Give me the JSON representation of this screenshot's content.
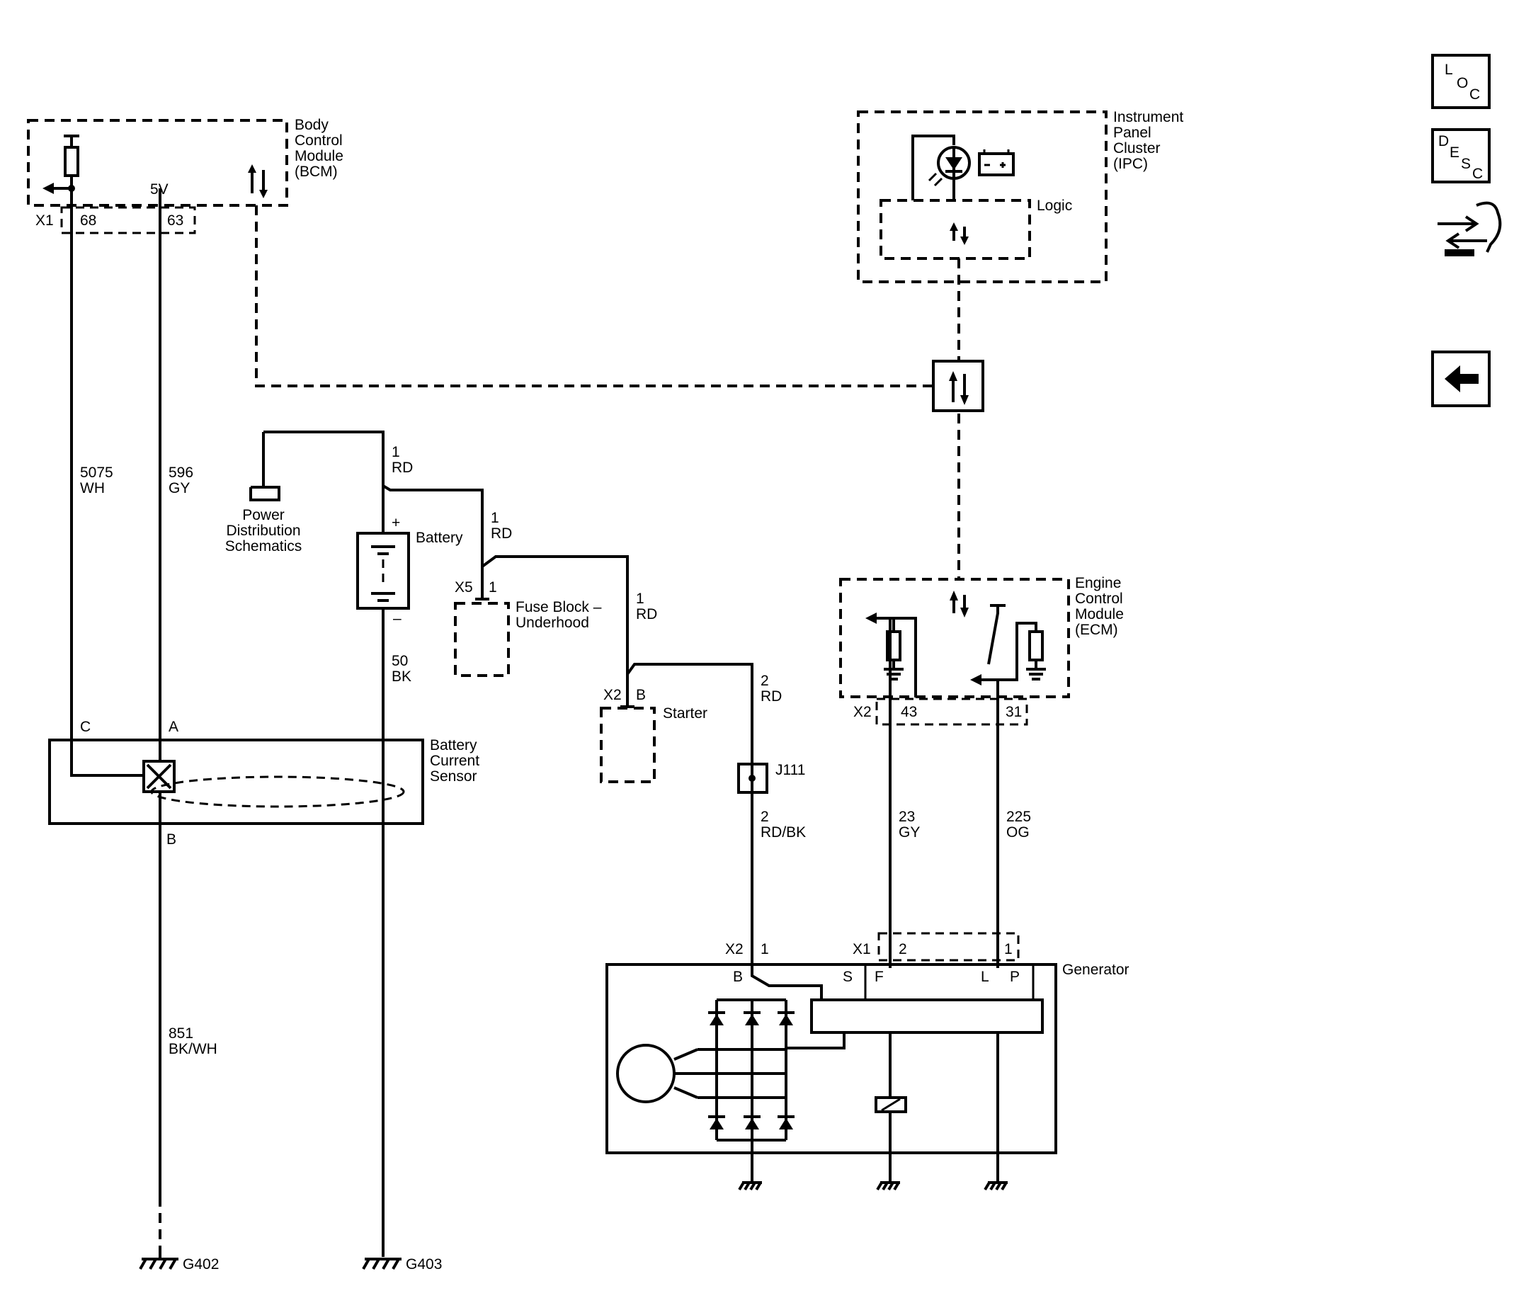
{
  "nav": {
    "loc": [
      "L",
      "O",
      "C"
    ],
    "desc": [
      "D",
      "E",
      "S",
      "C"
    ]
  },
  "bcm": {
    "name": [
      "Body",
      "Control",
      "Module",
      "(BCM)"
    ],
    "connector": "X1",
    "pin_a": "68",
    "pin_b": "63",
    "supply": "5V"
  },
  "ipc": {
    "name": [
      "Instrument",
      "Panel",
      "Cluster",
      "(IPC)"
    ],
    "logic": "Logic"
  },
  "wires": {
    "w5075": [
      "5075",
      "WH"
    ],
    "w596": [
      "596",
      "GY"
    ],
    "w1rd_a": [
      "1",
      "RD"
    ],
    "w1rd_b": [
      "1",
      "RD"
    ],
    "w1rd_c": [
      "1",
      "RD"
    ],
    "w50": [
      "50",
      "BK"
    ],
    "w2rd": [
      "2",
      "RD"
    ],
    "w2rdbk": [
      "2",
      "RD/BK"
    ],
    "w23": [
      "23",
      "GY"
    ],
    "w225": [
      "225",
      "OG"
    ],
    "w851": [
      "851",
      "BK/WH"
    ]
  },
  "power_dist": [
    "Power",
    "Distribution",
    "Schematics"
  ],
  "battery": {
    "name": "Battery",
    "plus": "+",
    "minus": "–"
  },
  "fuse_block": {
    "name": [
      "Fuse Block –",
      "Underhood"
    ],
    "connector": "X5",
    "pin": "1"
  },
  "starter": {
    "name": "Starter",
    "connector": "X2",
    "pin": "B"
  },
  "splice": "J111",
  "ecm": {
    "name": [
      "Engine",
      "Control",
      "Module",
      "(ECM)"
    ],
    "connector": "X2",
    "pin_a": "43",
    "pin_b": "31"
  },
  "sensor": {
    "name": [
      "Battery",
      "Current",
      "Sensor"
    ],
    "pin_c": "C",
    "pin_a": "A",
    "pin_b": "B"
  },
  "generator": {
    "name": "Generator",
    "conn_x2": "X2",
    "pin_1": "1",
    "conn_x1": "X1",
    "pin_2": "2",
    "pin_1b": "1",
    "term_b": "B",
    "term_s": "S",
    "term_f": "F",
    "term_l": "L",
    "term_p": "P"
  },
  "grounds": {
    "g402": "G402",
    "g403": "G403"
  }
}
